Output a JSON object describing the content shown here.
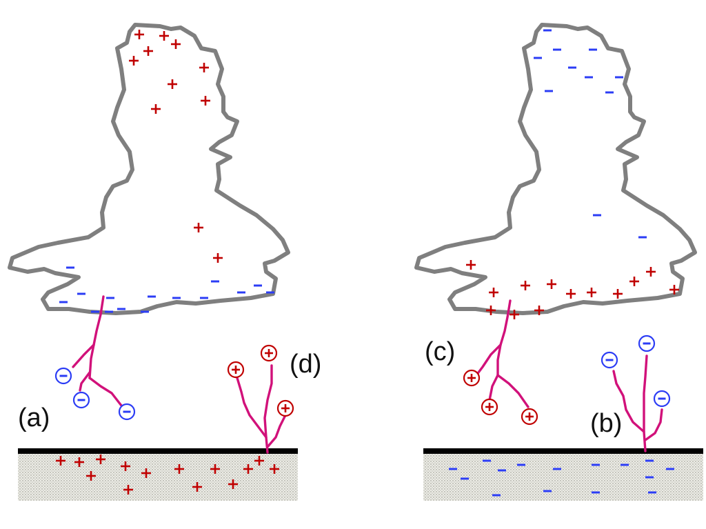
{
  "figure": {
    "background": "#ffffff",
    "cloud_outline_color": "#7f7f7f",
    "positive_color": "#c00000",
    "negative_color": "#2b3cf5",
    "leader_color": "#d1117a",
    "ground_color": "#e6e6e0"
  },
  "labels": {
    "a": "(a)",
    "b": "(b)",
    "c": "(c)",
    "d": "(d)"
  }
}
